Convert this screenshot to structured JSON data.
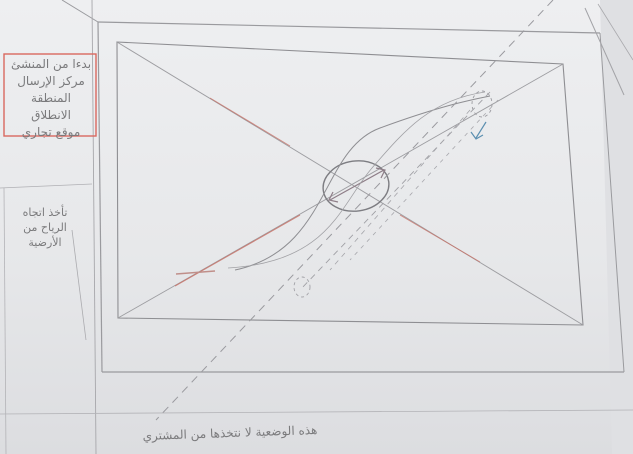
{
  "notes": {
    "top_box": "بدءا من المنشئ\nمركز الإرسال المنطقة\nالانطلاق\nموقع تجاري",
    "middle": "تأخذ اتجاه\nالرياح من\nالأرضية",
    "bottom": "هذه الوضعية لا نتخذها من المشتري"
  },
  "colors": {
    "paper": "#e9eaec",
    "pencil": "#8e8e92",
    "red_pencil": "#c9746a",
    "blue_pencil": "#5b8fb0",
    "frame_red": "#d9685f"
  }
}
